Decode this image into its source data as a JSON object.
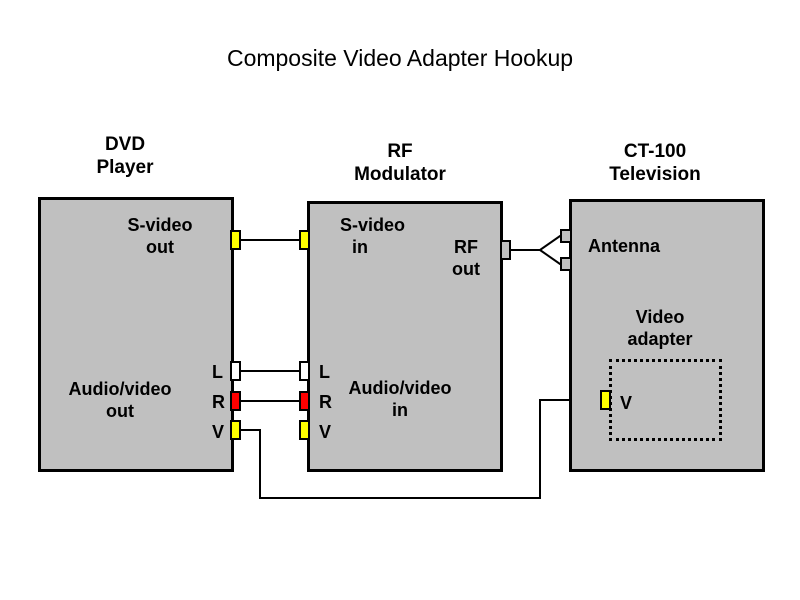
{
  "title": "Composite Video Adapter Hookup",
  "devices": {
    "dvd": {
      "header_line1": "DVD",
      "header_line2": "Player",
      "svideo_line1": "S-video",
      "svideo_line2": "out",
      "av_line1": "Audio/video",
      "av_line2": "out",
      "ports": [
        "L",
        "R",
        "V"
      ]
    },
    "rf": {
      "header_line1": "RF",
      "header_line2": "Modulator",
      "svideo_line1": "S-video",
      "svideo_line2": "in",
      "rfout_line1": "RF",
      "rfout_line2": "out",
      "av_line1": "Audio/video",
      "av_line2": "in",
      "ports": [
        "L",
        "R",
        "V"
      ]
    },
    "tv": {
      "header_line1": "CT-100",
      "header_line2": "Television",
      "antenna": "Antenna",
      "adapter_line1": "Video",
      "adapter_line2": "adapter",
      "port": "V"
    }
  },
  "colors": {
    "box_fill": "#c0c0c0",
    "video_jack": "#ffff00",
    "right_audio_jack": "#ff0000",
    "left_audio_jack": "#ffffff"
  }
}
